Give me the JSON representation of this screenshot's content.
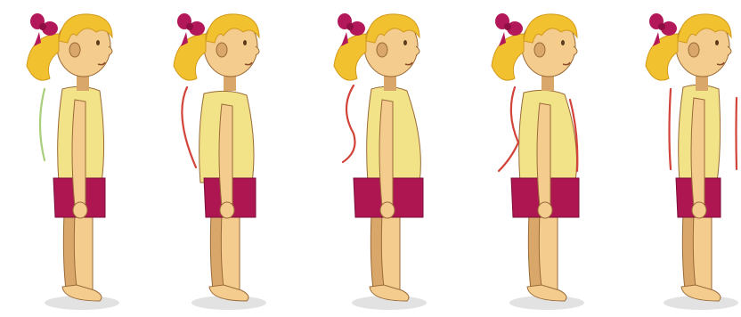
{
  "colors": {
    "skin": "#f4cc8e",
    "skin_shade": "#d9a769",
    "hair": "#f1c12f",
    "hair_shade": "#d39a1c",
    "bow": "#b3185a",
    "top": "#f2e389",
    "shorts": "#ad1651",
    "outline": "#9a6a38",
    "shadow": "#e2e2e2",
    "good_line": "#a8cf79",
    "bad_line": "#d2433a"
  },
  "figures": [
    {
      "posture": "normal",
      "highlight": "good",
      "lines": [
        "back"
      ]
    },
    {
      "posture": "kyphosis",
      "highlight": "bad",
      "lines": [
        "back"
      ]
    },
    {
      "posture": "lordosis",
      "highlight": "bad",
      "lines": [
        "back"
      ]
    },
    {
      "posture": "kypholordosis",
      "highlight": "bad",
      "lines": [
        "back",
        "front"
      ]
    },
    {
      "posture": "flat-back",
      "highlight": "bad",
      "lines": [
        "back",
        "front"
      ]
    }
  ]
}
